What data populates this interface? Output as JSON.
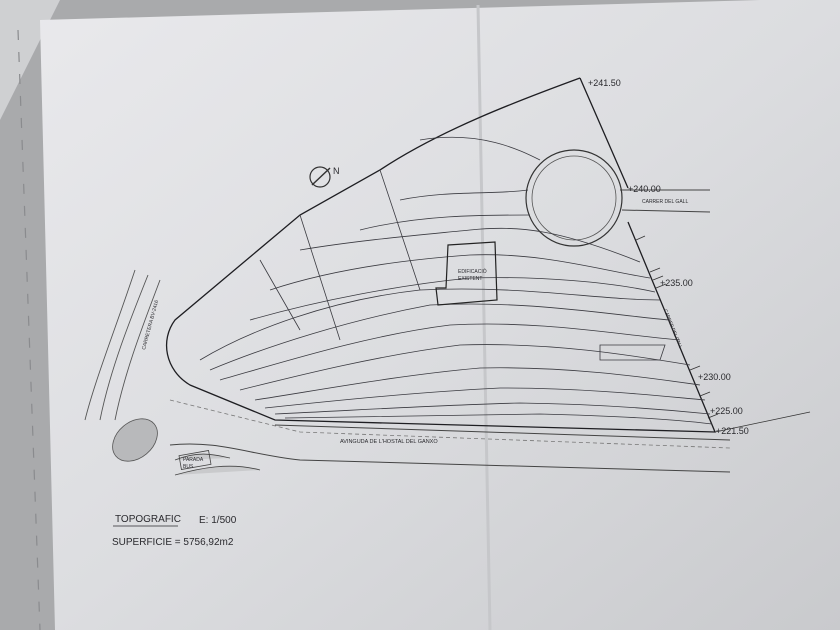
{
  "plan": {
    "north_label": "N",
    "elevations": [
      "+241.50",
      "+240.00",
      "+235.00",
      "+230.00",
      "+225.00",
      "+221.50"
    ],
    "street_top": "CARRER DEL GALL",
    "street_side": "CARRER DEL GALL",
    "road_left": "CARRETERA BV-2416",
    "avenue": "AVINGUDA DE L'HOSTAL DEL GANXO",
    "building": [
      "EDIFICACIÓ",
      "EXISTENT"
    ],
    "bus_stop": [
      "PARADA",
      "BUS"
    ]
  },
  "legend": {
    "title": "TOPOGRAFIC",
    "scale": "E: 1/500",
    "area": "SUPERFICIE = 5756,92m2"
  }
}
